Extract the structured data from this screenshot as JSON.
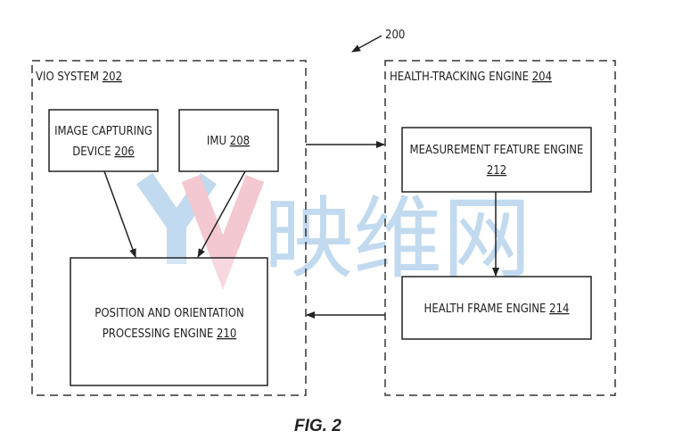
{
  "figure": {
    "ref": "200",
    "caption": "FIG. 2"
  },
  "watermark": {
    "logo_letters": [
      "Y",
      "V"
    ],
    "text": "映维网",
    "colors": {
      "blue": "#bcd6ee",
      "pink": "#f3c3cb"
    }
  },
  "groups": [
    {
      "title": "VIO SYSTEM",
      "ref": "202"
    },
    {
      "title": "HEALTH-TRACKING ENGINE",
      "ref": "204"
    }
  ],
  "blocks": {
    "image_capturing": {
      "line1": "IMAGE CAPTURING",
      "line2": "DEVICE",
      "ref": "206"
    },
    "imu": {
      "label": "IMU",
      "ref": "208"
    },
    "position": {
      "line1": "POSITION AND ORIENTATION",
      "line2": "PROCESSING ENGINE",
      "ref": "210"
    },
    "measurement": {
      "label": "MEASUREMENT FEATURE ENGINE",
      "ref": "212"
    },
    "health_frame": {
      "label": "HEALTH FRAME ENGINE",
      "ref": "214"
    }
  }
}
